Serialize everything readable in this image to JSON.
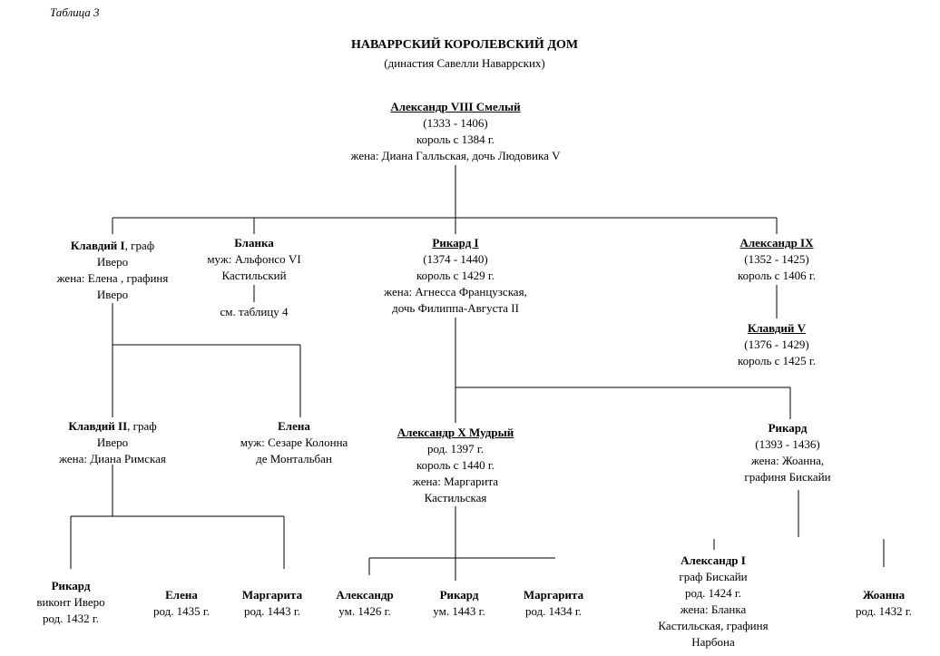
{
  "table_label": "Таблица 3",
  "title": "НАВАРРСКИЙ КОРОЛЕВСКИЙ ДОМ",
  "subtitle": "(династия Савелли Наваррских)",
  "persons": {
    "alexander8": {
      "name": "Александр VIII Смелый",
      "lines": [
        "(1333 - 1406)",
        "король с 1384 г.",
        "жена: Диана Галльская, дочь Людовика V"
      ]
    },
    "claudius1": {
      "name": "Клавдий I",
      "name_suffix": ", граф",
      "lines": [
        "Иверо",
        "жена: Елена , графиня",
        "Иверо"
      ]
    },
    "blanca": {
      "name": "Бланка",
      "lines": [
        "муж: Альфонсо VI",
        "Кастильский",
        "",
        "см. таблицу 4"
      ]
    },
    "richard1": {
      "name": "Рикард I",
      "lines": [
        "(1374 - 1440)",
        "король с 1429 г.",
        "жена: Агнесса Французская,",
        "дочь Филиппа-Августа II"
      ]
    },
    "alexander9": {
      "name": "Александр IX",
      "lines": [
        "(1352 - 1425)",
        "король с 1406 г."
      ]
    },
    "claudius5": {
      "name": "Клавдий V",
      "lines": [
        "(1376 - 1429)",
        "король с 1425 г."
      ]
    },
    "claudius2": {
      "name": "Клавдий II",
      "name_suffix": ", граф",
      "lines": [
        "Иверо",
        "жена: Диана Римская"
      ]
    },
    "elena1": {
      "name": "Елена",
      "lines": [
        "муж: Сезаре Колонна",
        "де Монтальбан"
      ]
    },
    "alexander10": {
      "name": "Александр X Мудрый",
      "lines": [
        "род. 1397 г.",
        "король с 1440 г.",
        "жена: Маргарита",
        "Кастильская"
      ]
    },
    "richard_b": {
      "name": "Рикард",
      "lines": [
        "(1393 - 1436)",
        "жена: Жоанна,",
        "графиня Бискайи"
      ]
    },
    "richard_v": {
      "name": "Рикард",
      "lines": [
        "виконт Иверо",
        "род. 1432 г."
      ]
    },
    "elena2": {
      "name": "Елена",
      "lines": [
        "род. 1435 г."
      ]
    },
    "margarita1": {
      "name": "Маргарита",
      "lines": [
        "род. 1443 г."
      ]
    },
    "alexander_d": {
      "name": "Александр",
      "lines": [
        "ум. 1426 г."
      ]
    },
    "richard_d": {
      "name": "Рикард",
      "lines": [
        "ум. 1443 г."
      ]
    },
    "margarita2": {
      "name": "Маргарита",
      "lines": [
        "род. 1434 г."
      ]
    },
    "alexander1b": {
      "name": "Александр I",
      "lines": [
        "граф Бискайи",
        "род. 1424 г.",
        "жена: Бланка",
        "Кастильская, графиня",
        "Нарбона"
      ]
    },
    "joanna": {
      "name": "Жоанна",
      "lines": [
        "род. 1432 г."
      ]
    }
  }
}
